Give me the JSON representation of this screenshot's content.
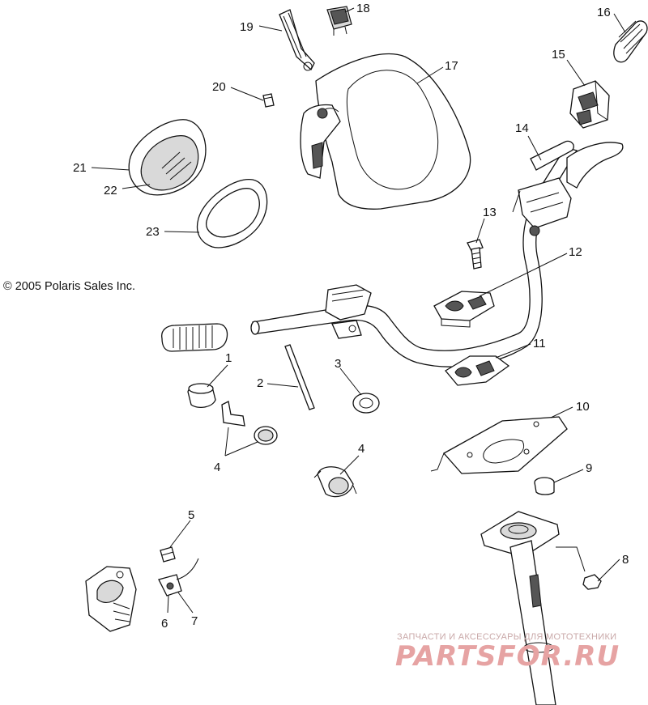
{
  "copyright": "© 2005 Polaris Sales Inc.",
  "watermark": {
    "caption": "ЗАПЧАСТИ И АКСЕССУАРЫ ДЛЯ МОТОТЕХНИКИ",
    "logo_text": "PARTSFOR.RU"
  },
  "callouts": {
    "c1": "1",
    "c2": "2",
    "c3": "3",
    "c4a": "4",
    "c4b": "4",
    "c5": "5",
    "c6": "6",
    "c7": "7",
    "c8": "8",
    "c9": "9",
    "c10": "10",
    "c11": "11",
    "c12": "12",
    "c13": "13",
    "c14": "14",
    "c15": "15",
    "c16": "16",
    "c17": "17",
    "c18": "18",
    "c19": "19",
    "c20": "20",
    "c21": "21",
    "c22": "22",
    "c23": "23"
  },
  "colors": {
    "line": "#111111",
    "watermark": "#e6a3a3"
  }
}
